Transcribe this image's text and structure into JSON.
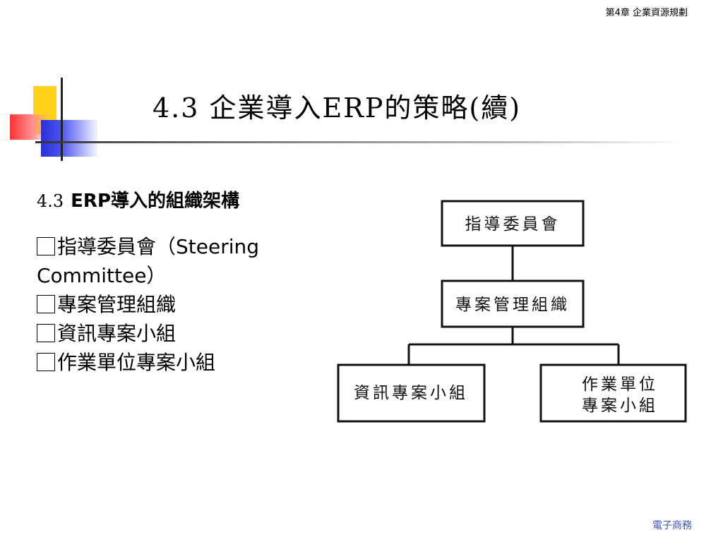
{
  "header": {
    "chapter": "第4章  企業資源規劃"
  },
  "title": "4.3  企業導入ERP的策略(續)",
  "section": {
    "number": "4.3",
    "heading": "ERP導入的組織架構"
  },
  "items": [
    {
      "line1": "指導委員會（Steering",
      "line2": "Committee）"
    },
    {
      "line1": "專案管理組織"
    },
    {
      "line1": "資訊專案小組"
    },
    {
      "line1": "作業單位專案小組"
    }
  ],
  "org_chart": {
    "top": "指導委員會",
    "middle": "專案管理組織",
    "left": "資訊專案小組",
    "right_line1": "作業單位",
    "right_line2": "專案小組"
  },
  "footer": {
    "label": "電子商務"
  }
}
